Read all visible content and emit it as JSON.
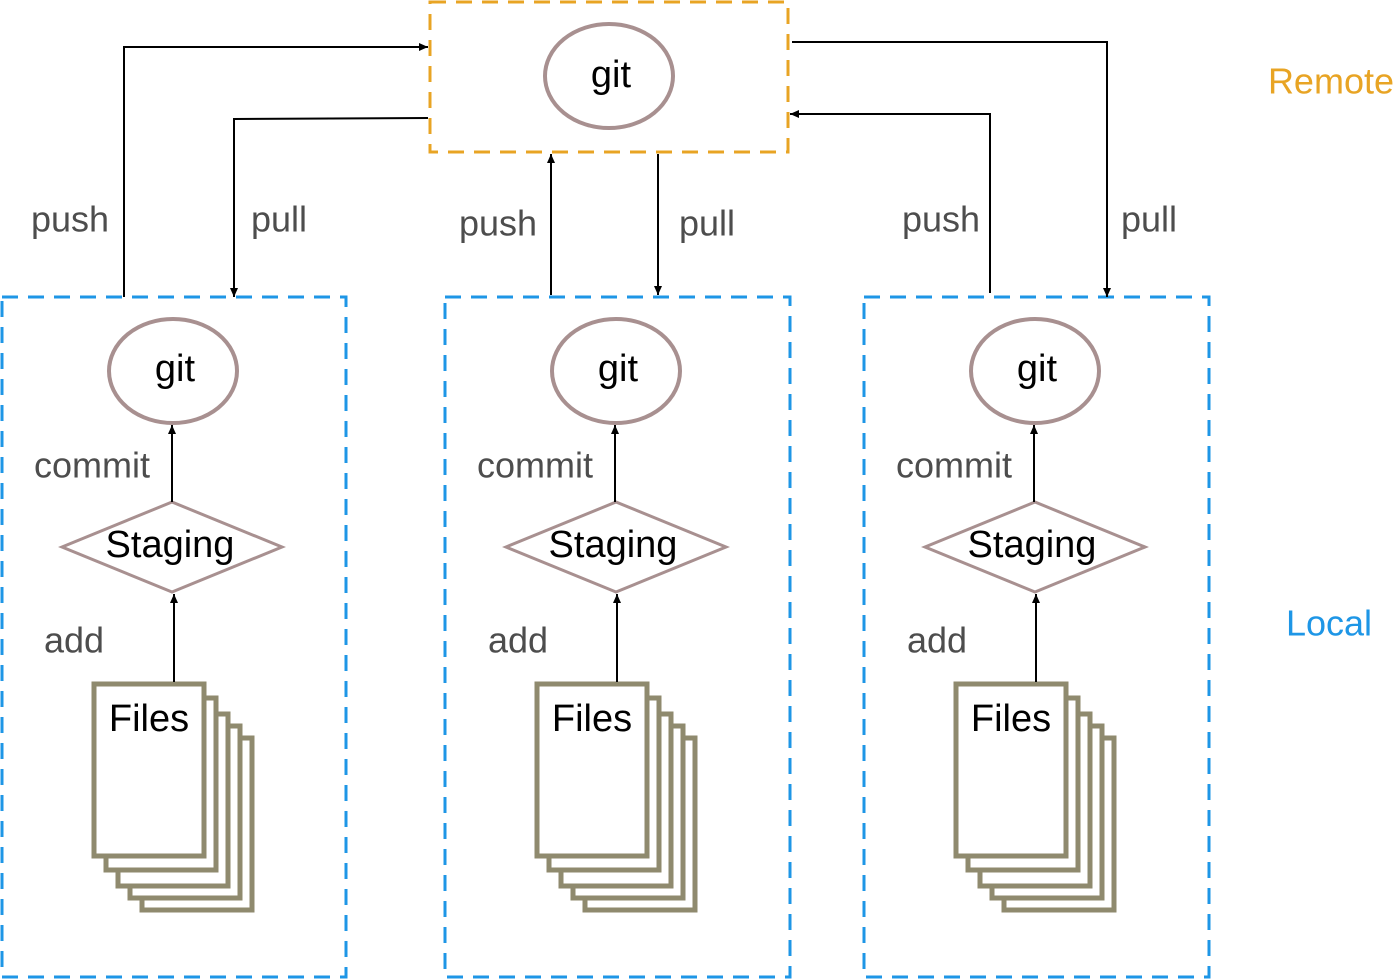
{
  "colors": {
    "remote_border": "#e8a424",
    "local_border": "#1e96e6",
    "node_stroke": "#a89090",
    "files_stroke": "#8f8a6e",
    "edge": "#000000",
    "edge_label": "#4d4d4d"
  },
  "regions": {
    "remote_label": "Remote",
    "local_label": "Local"
  },
  "remote": {
    "repo_label": "git"
  },
  "locals": [
    {
      "repo_label": "git",
      "staging_label": "Staging",
      "files_label": "Files",
      "commit_label": "commit",
      "add_label": "add",
      "push_label": "push",
      "pull_label": "pull"
    },
    {
      "repo_label": "git",
      "staging_label": "Staging",
      "files_label": "Files",
      "commit_label": "commit",
      "add_label": "add",
      "push_label": "push",
      "pull_label": "pull"
    },
    {
      "repo_label": "git",
      "staging_label": "Staging",
      "files_label": "Files",
      "commit_label": "commit",
      "add_label": "add",
      "push_label": "push",
      "pull_label": "pull"
    }
  ]
}
